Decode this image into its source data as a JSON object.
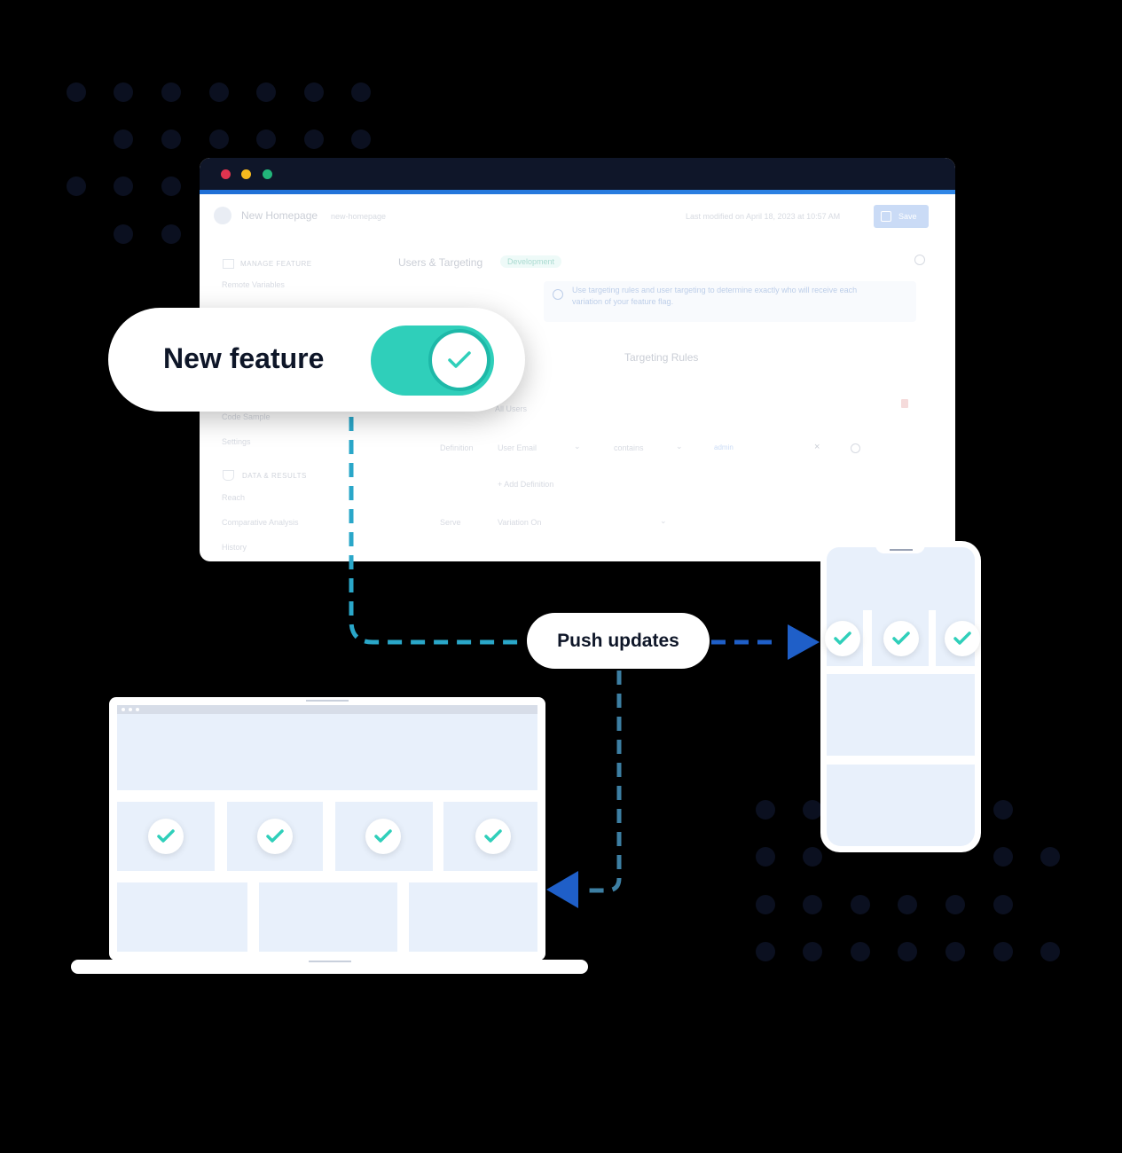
{
  "toggle": {
    "label": "New feature",
    "enabled": true
  },
  "push": {
    "label": "Push updates"
  },
  "browser": {
    "title": "New Homepage",
    "slug": "new-homepage",
    "modified": "Last modified on April 18, 2023 at 10:57 AM",
    "save_label": "Save",
    "section_title": "Users & Targeting",
    "env_badge": "Development",
    "info_text_1": "Use targeting rules and user targeting to determine exactly who will receive each",
    "info_text_2": "variation of your feature flag.",
    "targeting_rules": "Targeting Rules",
    "all_users": "All Users",
    "definition_label": "Definition",
    "definition_field": "User Email",
    "definition_operator": "contains",
    "definition_value": "admin",
    "add_definition": "+ Add Definition",
    "serve_label": "Serve",
    "serve_value": "Variation On",
    "sidebar": {
      "manage_heading": "MANAGE FEATURE",
      "remote_variables": "Remote Variables",
      "code_sample": "Code Sample",
      "settings": "Settings",
      "data_heading": "DATA & RESULTS",
      "reach": "Reach",
      "comparative_analysis": "Comparative Analysis",
      "history": "History"
    }
  },
  "colors": {
    "toggle_on": "#2fcfba",
    "arrow_blue": "#1f5fc8",
    "dash_teal": "#2aa7c9",
    "panel": "#e8f0fb"
  }
}
